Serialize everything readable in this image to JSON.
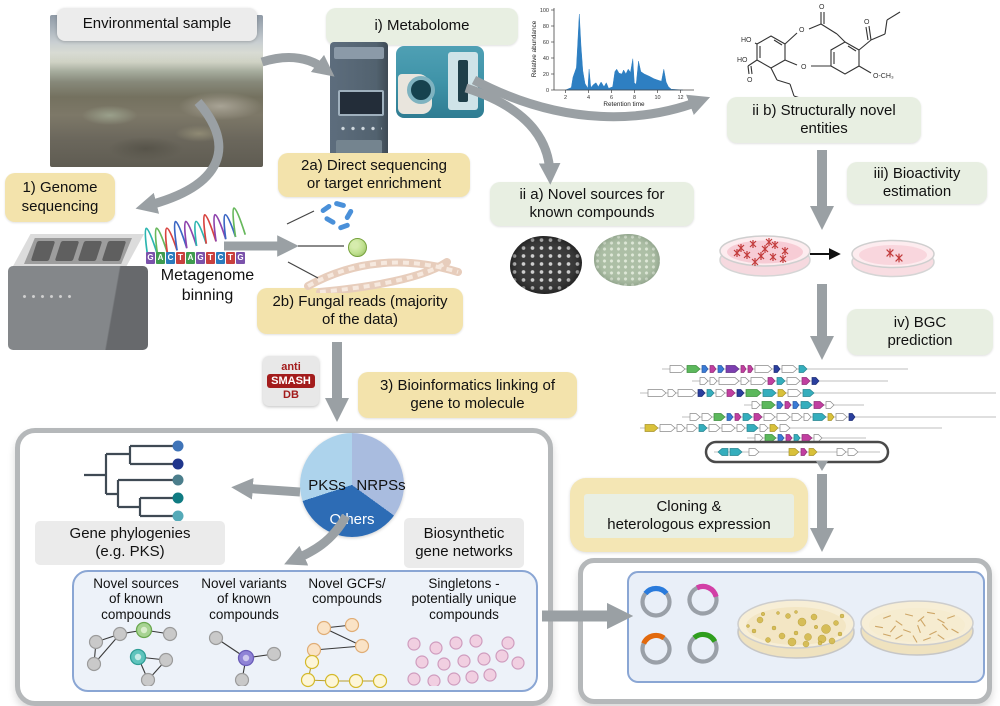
{
  "figure": {
    "steps": {
      "env_sample": "Environmental sample",
      "metabolome": "i) Metabolome",
      "genome_seq": "1) Genome\nsequencing",
      "binning": "Metagenome\nbinning",
      "step2a": "2a) Direct sequencing\nor target enrichment",
      "step2b": "2b) Fungal reads (majority\nof the data)",
      "step3": "3) Bioinformatics linking of\ngene to molecule",
      "ii_a": "ii a) Novel sources for\nknown compounds",
      "ii_b": "ii b) Structurally novel\nentities",
      "iii": "iii) Bioactivity\nestimation",
      "iv": "iv) BGC\nprediction",
      "cloning": "Cloning &\nheterologous expression"
    },
    "antismash": {
      "top": "anti",
      "mid": "SMASH",
      "bottom": "DB"
    },
    "sequence_read": [
      "G",
      "A",
      "C",
      "T",
      "A",
      "G",
      "T",
      "C",
      "T",
      "G"
    ],
    "analysis": {
      "phylogenies_label": "Gene phylogenies\n(e.g. PKS)",
      "networks_label": "Biosynthetic\ngene networks",
      "panels": [
        {
          "title": "Novel sources\nof known\ncompounds"
        },
        {
          "title": "Novel variants\nof known\ncompounds"
        },
        {
          "title": "Novel GCFs/\ncompounds"
        },
        {
          "title": "Singletons -\npotentially unique\ncompounds"
        }
      ]
    },
    "chem_labels": {
      "ho1": "HO",
      "ho2": "HO",
      "o_top": "O",
      "o_ring1": "O",
      "o_ring2": "O",
      "o_acid": "O",
      "o_ketone": "O",
      "och3": "O-CH₃"
    }
  },
  "chart_data": [
    {
      "type": "area",
      "name": "LC-MS chromatogram",
      "xlabel": "Retention time",
      "ylabel": "Relative abundance",
      "xlim": [
        1,
        13
      ],
      "ylim": [
        0,
        100
      ],
      "xticks": [
        2,
        4,
        6,
        8,
        10,
        12
      ],
      "yticks": [
        0,
        20,
        40,
        60,
        80,
        100
      ],
      "color": "#2e7fc2",
      "points": [
        [
          2,
          0
        ],
        [
          2.5,
          3
        ],
        [
          2.65,
          16
        ],
        [
          2.8,
          22
        ],
        [
          2.95,
          28
        ],
        [
          3.05,
          55
        ],
        [
          3.2,
          95
        ],
        [
          3.35,
          55
        ],
        [
          3.5,
          24
        ],
        [
          3.7,
          8
        ],
        [
          3.95,
          2
        ],
        [
          4.05,
          26
        ],
        [
          4.2,
          3
        ],
        [
          4.45,
          7
        ],
        [
          4.65,
          9
        ],
        [
          4.85,
          4
        ],
        [
          5.1,
          10
        ],
        [
          5.35,
          4
        ],
        [
          5.55,
          9
        ],
        [
          5.75,
          2
        ],
        [
          6.1,
          4
        ],
        [
          6.3,
          23
        ],
        [
          6.45,
          26
        ],
        [
          6.65,
          21
        ],
        [
          6.9,
          20
        ],
        [
          7.05,
          25
        ],
        [
          7.25,
          20
        ],
        [
          7.45,
          26
        ],
        [
          7.65,
          22
        ],
        [
          7.85,
          39
        ],
        [
          7.98,
          9
        ],
        [
          8.15,
          7
        ],
        [
          8.35,
          36
        ],
        [
          8.55,
          23
        ],
        [
          8.85,
          20
        ],
        [
          9.3,
          17
        ],
        [
          9.7,
          14
        ],
        [
          10.1,
          12
        ],
        [
          10.35,
          11
        ],
        [
          10.55,
          26
        ],
        [
          10.75,
          10
        ],
        [
          10.95,
          4
        ],
        [
          11.2,
          1
        ],
        [
          12.2,
          0
        ]
      ]
    },
    {
      "type": "pie",
      "name": "BGC classes",
      "labels": [
        "PKSs",
        "NRPSs",
        "Others"
      ],
      "values": [
        30,
        35,
        35
      ],
      "colors": [
        "#add3ec",
        "#a9bcdf",
        "#2d6cb5"
      ]
    }
  ],
  "colors": {
    "yellow_box": "#f3e3ac",
    "green_box": "#e8efe2",
    "grey_label": "#ebebeb",
    "arrow_grey": "#9aa0a4",
    "antismash_red": "#a31c1c",
    "base_colors": {
      "G": "#7b52ab",
      "A": "#3f9b4f",
      "C": "#2b7bbd",
      "T": "#c8403e"
    }
  }
}
